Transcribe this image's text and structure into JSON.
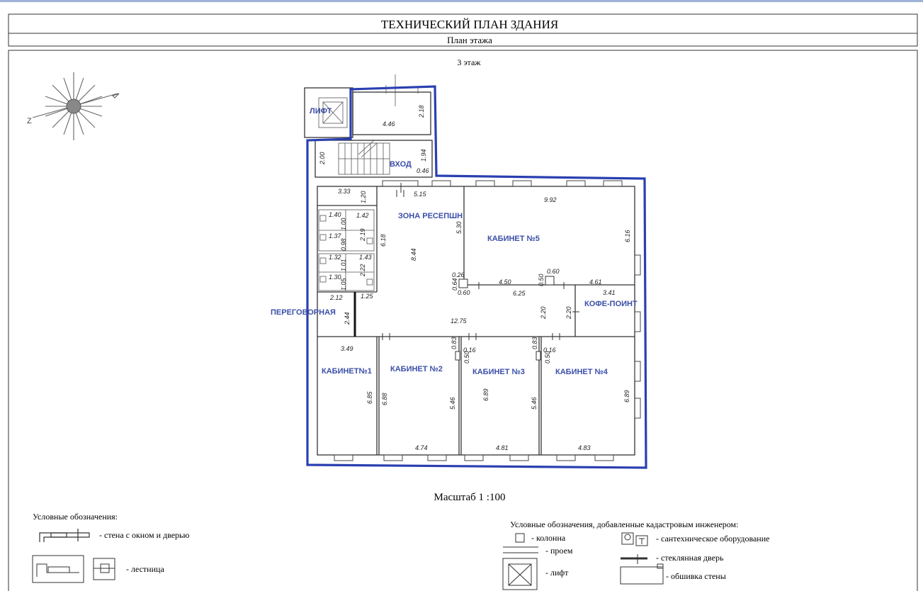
{
  "header": {
    "title": "ТЕХНИЧЕСКИЙ ПЛАН ЗДАНИЯ",
    "subtitle": "План этажа"
  },
  "floor_label": "3 этаж",
  "compass_letter": "Z",
  "colors": {
    "highlight": "#2a3fb0",
    "room_labels": "#3b4fa8",
    "top_strip": "#9fb3d8"
  },
  "rooms": {
    "lift": "ЛИФТ",
    "entrance": "ВХОД",
    "reception": "ЗОНА РЕСЕПШН",
    "office5": "КАБИНЕТ №5",
    "meeting": "ПЕРЕГОВОРНАЯ",
    "coffee": "КОФЕ-ПОИНТ",
    "office1": "КАБИНЕТ№1",
    "office2": "КАБИНЕТ №2",
    "office3": "КАБИНЕТ №3",
    "office4": "КАБИНЕТ №4"
  },
  "dims": {
    "d446": "4.46",
    "d218": "2.18",
    "d200": "2.00",
    "d194": "1.94",
    "d046": "0.46",
    "d333": "3.33",
    "d120": "1.20",
    "d515": "5.15",
    "d992": "9.92",
    "d530": "5.30",
    "d616": "6.16",
    "d140": "1.40",
    "d142": "1.42",
    "d100": "1.00",
    "d137": "1.37",
    "d219": "2.19",
    "d098": "0.98",
    "d618": "6.18",
    "d844": "8.44",
    "d132": "1.32",
    "d143": "1.43",
    "d101": "1.01",
    "d222": "2.22",
    "d130": "1.30",
    "d105": "1.05",
    "d026": "0.26",
    "d064": "0.64",
    "d060a": "0.60",
    "d450": "4.50",
    "d050": "0.50",
    "d060b": "0.60",
    "d625": "6.25",
    "d461": "4.61",
    "d341": "3.41",
    "d212": "2.12",
    "d125": "1.25",
    "d244": "2.44",
    "d1275": "12.75",
    "d220": "2.20",
    "d220b": "2.20",
    "d349": "3.49",
    "d083a": "0.83",
    "d016a": "0.16",
    "d050a": "0.50",
    "d083b": "0.83",
    "d016b": "0.16",
    "d050b": "0.50",
    "d685": "6.85",
    "d688": "6.88",
    "d546a": "5.46",
    "d689a": "6.89",
    "d546b": "5.46",
    "d689b": "6.89",
    "d474": "4.74",
    "d481": "4.81",
    "d483": "4.83"
  },
  "scale": "Масштаб 1 :100",
  "legend_left": {
    "title": "Условные обозначения:",
    "items": [
      "- стена с окном и дверью",
      "- лестница"
    ]
  },
  "legend_right": {
    "title": "Условные обозначения, добавленные кадастровым инженером:",
    "items": [
      "- колонна",
      "- сантехническое оборудование",
      "- проем",
      "- стеклянная дверь",
      "- лифт",
      "- обшивка стены"
    ]
  }
}
